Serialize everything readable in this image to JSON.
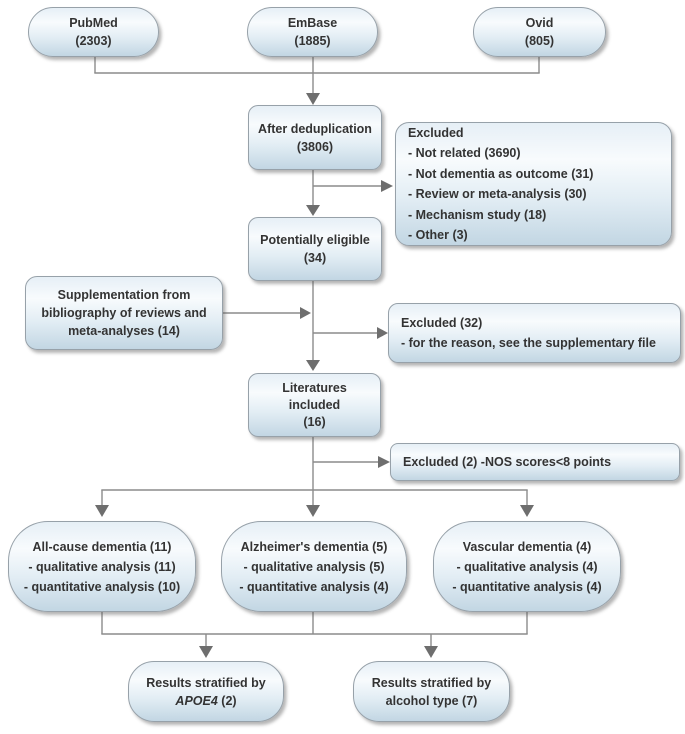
{
  "colors": {
    "box_border": "#97a1a9",
    "box_top": "#e6eff6",
    "box_mid": "#f8fbfd",
    "box_bottom": "#c2d6e3",
    "line": "#8c8c8c",
    "arrow": "#6e6e6e",
    "text": "#333333",
    "background": "#ffffff"
  },
  "nodes": {
    "pubmed": {
      "line1": "PubMed",
      "line2": "(2303)"
    },
    "embase": {
      "line1": "EmBase",
      "line2": "(1885)"
    },
    "ovid": {
      "line1": "Ovid",
      "line2": "(805)"
    },
    "after_dedup": {
      "line1": "After deduplication",
      "line2": "(3806)"
    },
    "excluded_dedup": {
      "title": "Excluded",
      "items": [
        "- Not related (3690)",
        "- Not dementia as outcome (31)",
        "- Review or meta-analysis (30)",
        "- Mechanism study (18)",
        "- Other (3)"
      ]
    },
    "potentially_eligible": {
      "line1": "Potentially eligible",
      "line2": "(34)"
    },
    "supplementation": {
      "line1": "Supplementation from",
      "line2": "bibliography of reviews and",
      "line3": "meta-analyses (14)"
    },
    "excluded_32": {
      "line1": "Excluded (32)",
      "line2": "- for the reason, see the supplementary file"
    },
    "literatures": {
      "line1": "Literatures",
      "line2": "included",
      "line3": "(16)"
    },
    "excluded_nos": {
      "line1": "Excluded (2) -NOS scores<8 points"
    },
    "all_cause": {
      "line1": "All-cause dementia (11)",
      "line2": "- qualitative analysis (11)",
      "line3": "- quantitative analysis (10)"
    },
    "alzheimers": {
      "line1": "Alzheimer's dementia (5)",
      "line2": "- qualitative analysis (5)",
      "line3": "- quantitative analysis (4)"
    },
    "vascular": {
      "line1": "Vascular dementia (4)",
      "line2": "- qualitative analysis (4)",
      "line3": "- quantitative analysis (4)"
    },
    "apoe4": {
      "line1": "Results stratified by",
      "italic": "APOE4",
      "suffix": " (2)"
    },
    "alcohol": {
      "line1": "Results stratified by",
      "line2": "alcohol type (7)"
    }
  }
}
